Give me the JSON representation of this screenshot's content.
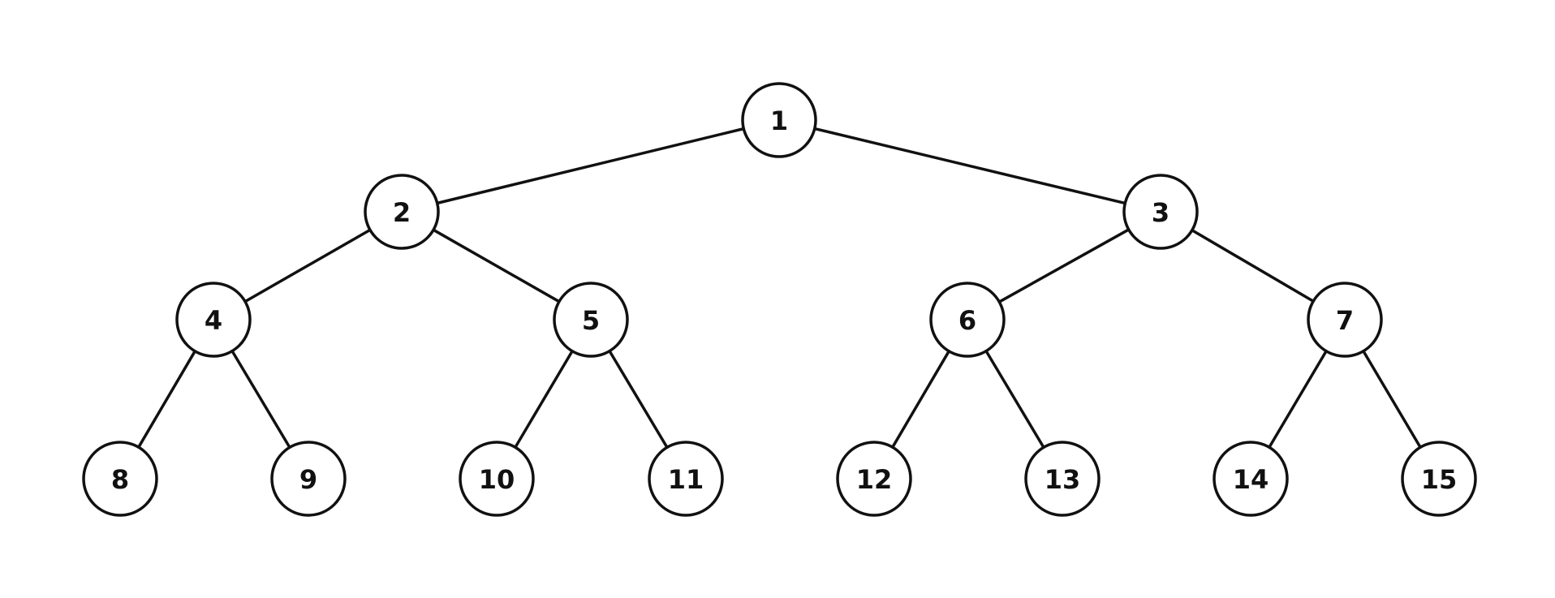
{
  "tree": {
    "nodes": [
      {
        "id": "n1",
        "label": "1"
      },
      {
        "id": "n2",
        "label": "2"
      },
      {
        "id": "n3",
        "label": "3"
      },
      {
        "id": "n4",
        "label": "4"
      },
      {
        "id": "n5",
        "label": "5"
      },
      {
        "id": "n6",
        "label": "6"
      },
      {
        "id": "n7",
        "label": "7"
      },
      {
        "id": "n8",
        "label": "8"
      },
      {
        "id": "n9",
        "label": "9"
      },
      {
        "id": "n10",
        "label": "10"
      },
      {
        "id": "n11",
        "label": "11"
      },
      {
        "id": "n12",
        "label": "12"
      },
      {
        "id": "n13",
        "label": "13"
      },
      {
        "id": "n14",
        "label": "14"
      },
      {
        "id": "n15",
        "label": "15"
      }
    ],
    "edges": [
      {
        "from": "n1",
        "to": "n2"
      },
      {
        "from": "n1",
        "to": "n3"
      },
      {
        "from": "n2",
        "to": "n4"
      },
      {
        "from": "n2",
        "to": "n5"
      },
      {
        "from": "n3",
        "to": "n6"
      },
      {
        "from": "n3",
        "to": "n7"
      },
      {
        "from": "n4",
        "to": "n8"
      },
      {
        "from": "n4",
        "to": "n9"
      },
      {
        "from": "n5",
        "to": "n10"
      },
      {
        "from": "n5",
        "to": "n11"
      },
      {
        "from": "n6",
        "to": "n12"
      },
      {
        "from": "n6",
        "to": "n13"
      },
      {
        "from": "n7",
        "to": "n14"
      },
      {
        "from": "n7",
        "to": "n15"
      }
    ]
  }
}
